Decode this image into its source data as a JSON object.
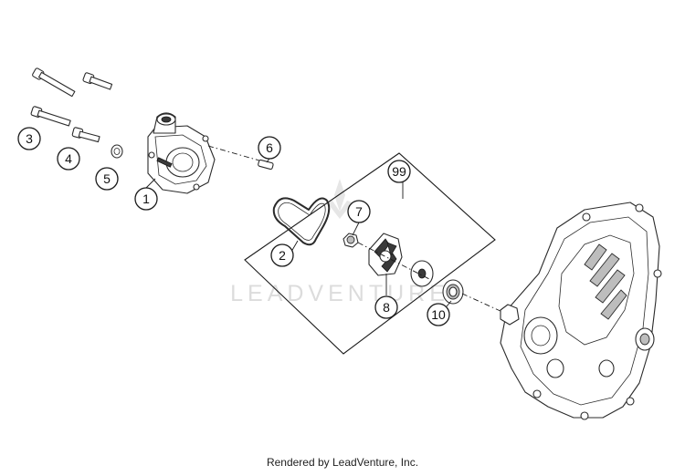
{
  "watermark": "LEADVENTURE",
  "footer": "Rendered by LeadVenture, Inc.",
  "callouts": [
    "1",
    "2",
    "3",
    "4",
    "5",
    "6",
    "7",
    "8",
    "10",
    "99"
  ]
}
